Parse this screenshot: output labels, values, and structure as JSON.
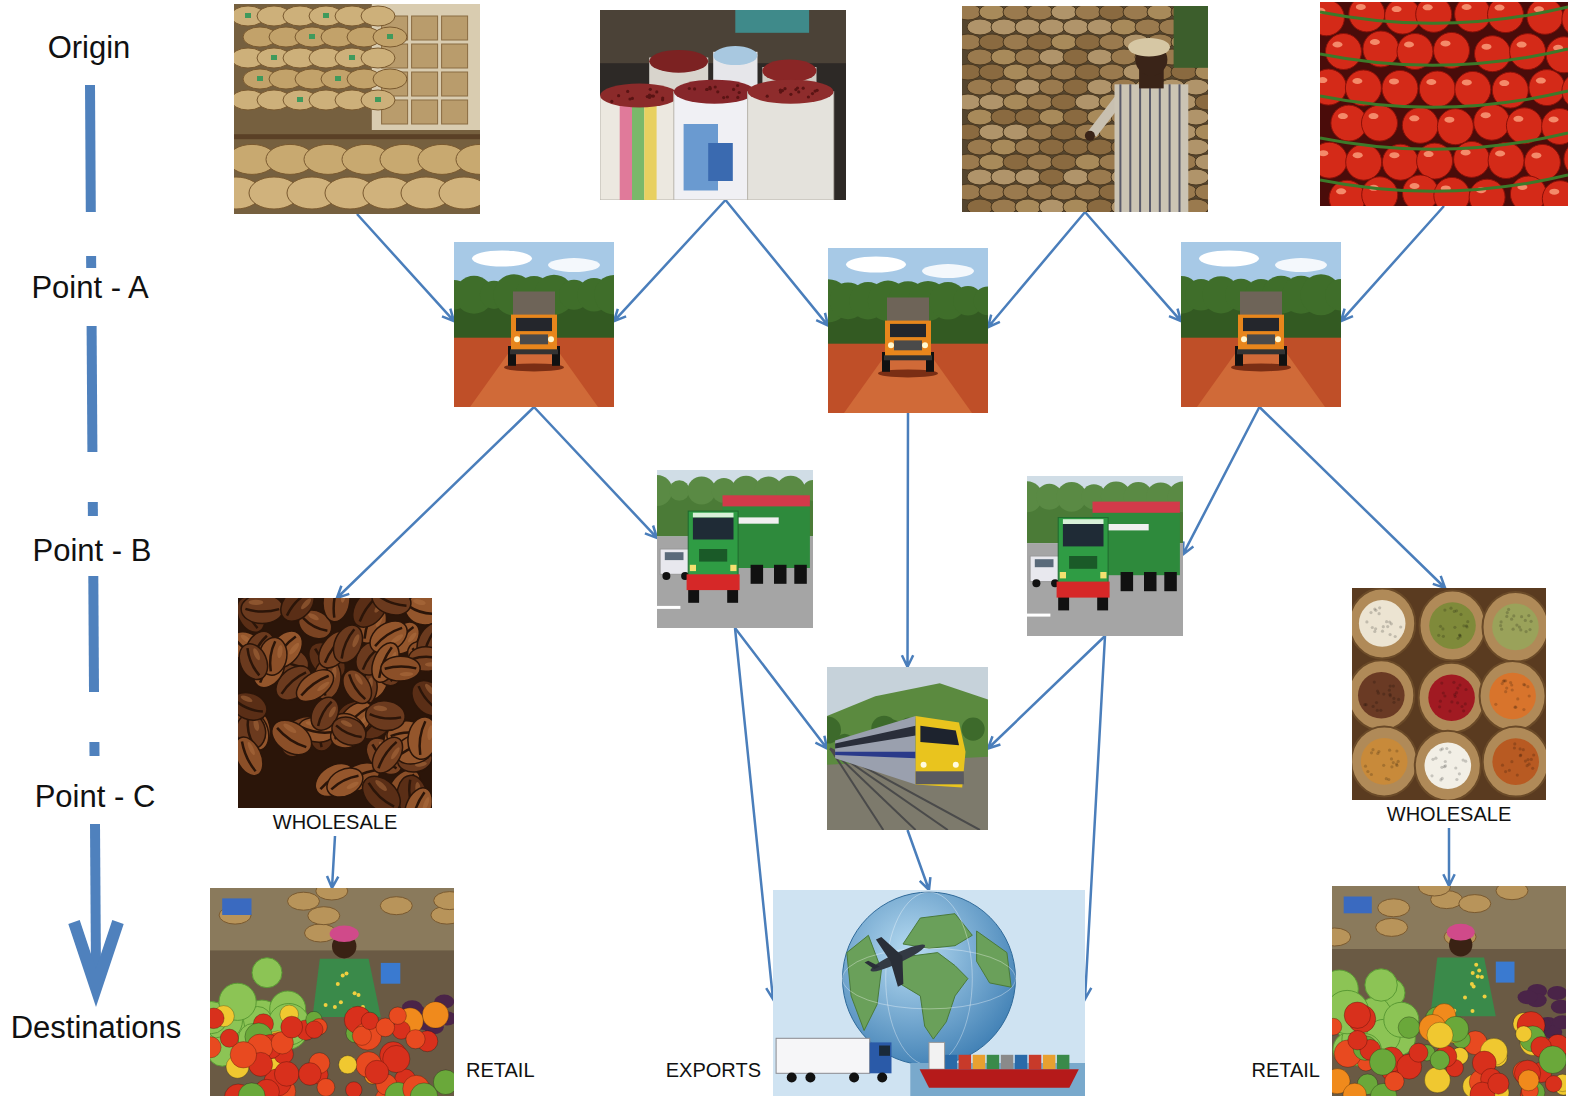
{
  "diagram": {
    "nodes": [
      {
        "text": []
      },
      {
        "text": []
      },
      {
        "text": []
      },
      {
        "text": []
      },
      {
        "text": []
      },
      {
        "text": []
      },
      {
        "text": []
      },
      {
        "text": []
      },
      {
        "text": []
      },
      {
        "text": [
          "WHOLESALE"
        ]
      },
      {
        "text": [
          "WHOLESALE"
        ]
      },
      {
        "text": []
      },
      {
        "text": [
          "RETAIL"
        ]
      },
      {
        "text": [
          "EXPORTS"
        ]
      },
      {
        "text": [
          "RETAIL"
        ]
      }
    ],
    "edges": [
      {
        "from": 0,
        "to": 4,
        "arrow": "to"
      },
      {
        "from": 1,
        "to": 4,
        "arrow": "to"
      },
      {
        "from": 1,
        "to": 5,
        "arrow": "to"
      },
      {
        "from": 2,
        "to": 5,
        "arrow": "to"
      },
      {
        "from": 2,
        "to": 6,
        "arrow": "to"
      },
      {
        "from": 3,
        "to": 6,
        "arrow": "to"
      },
      {
        "from": 4,
        "to": 9,
        "arrow": "to"
      },
      {
        "from": 4,
        "to": 7,
        "arrow": "to"
      },
      {
        "from": 5,
        "to": 11,
        "arrow": "to"
      },
      {
        "from": 6,
        "to": 8,
        "arrow": "to"
      },
      {
        "from": 6,
        "to": 10,
        "arrow": "to"
      },
      {
        "from": 7,
        "to": 11,
        "arrow": "to"
      },
      {
        "from": 7,
        "to": 13,
        "arrow": "to"
      },
      {
        "from": 8,
        "to": 11,
        "arrow": "to"
      },
      {
        "from": 8,
        "to": 13,
        "arrow": "to"
      },
      {
        "from": 9,
        "to": 12,
        "arrow": "to"
      },
      {
        "from": 10,
        "to": 14,
        "arrow": "to"
      },
      {
        "from": 11,
        "to": 13,
        "arrow": "to"
      }
    ],
    "labels": [
      "Origin",
      "Point - A",
      "Point - B",
      "Point - C",
      "Destinations"
    ]
  }
}
